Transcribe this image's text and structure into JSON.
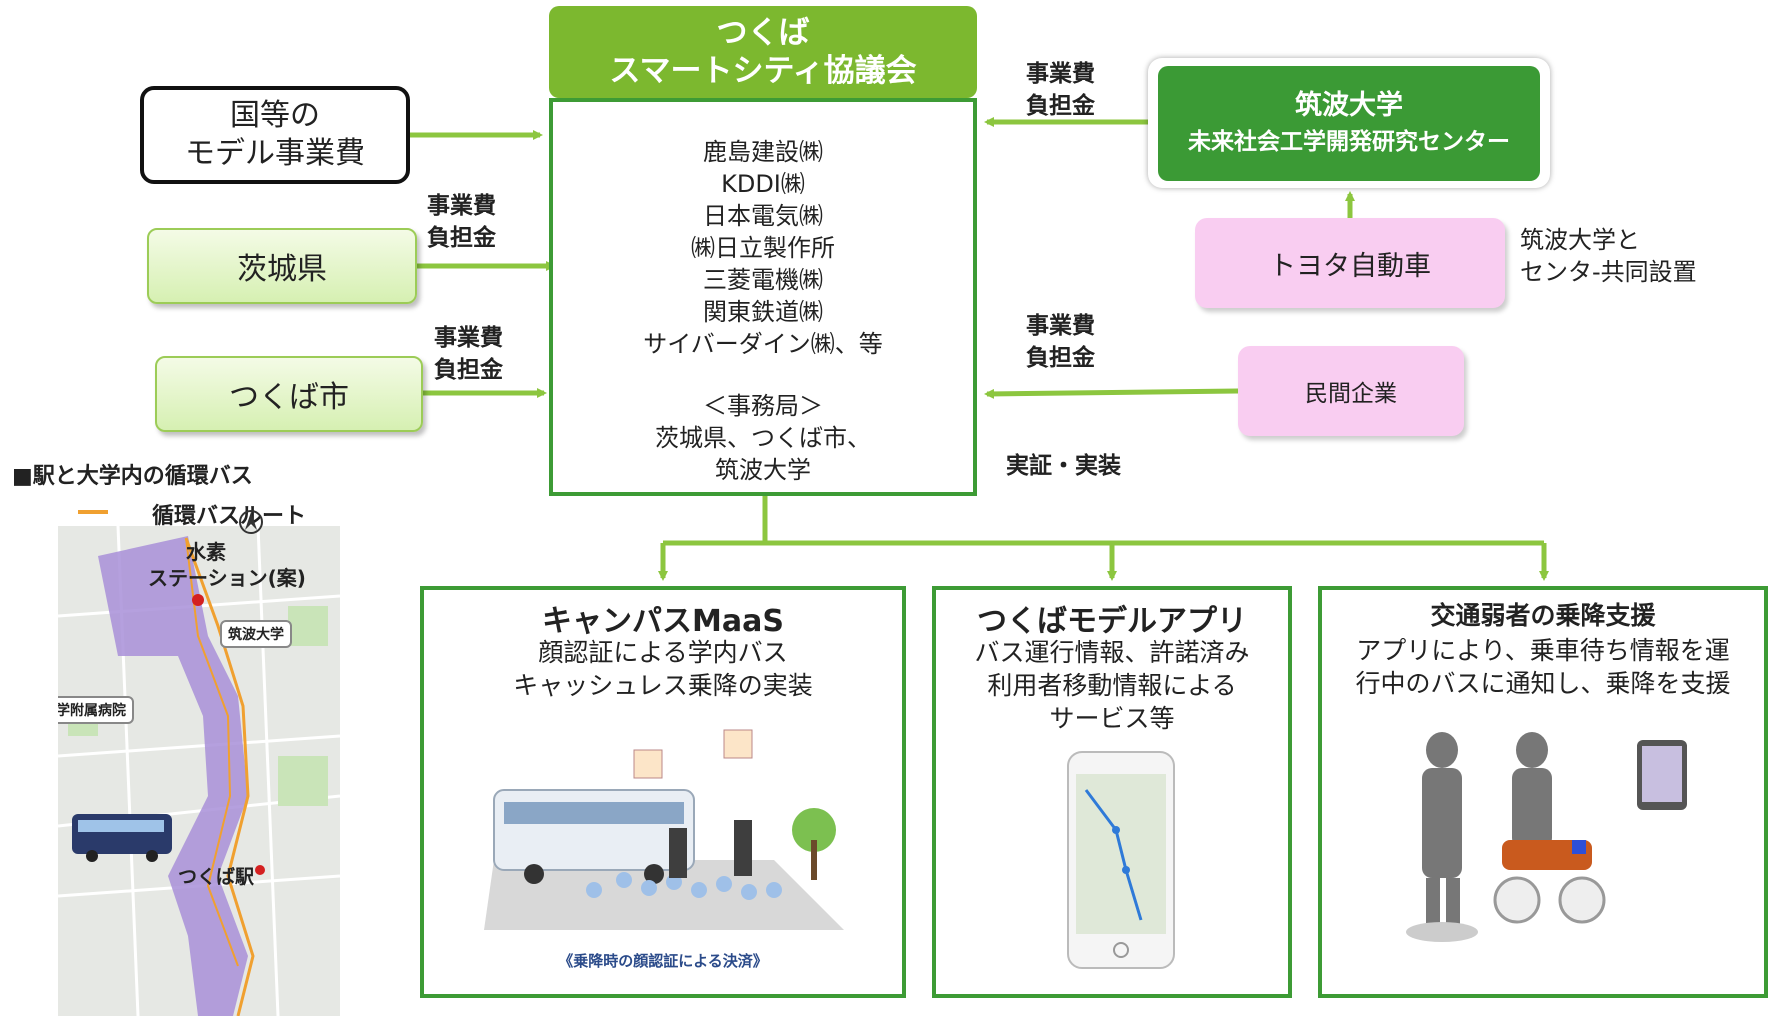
{
  "council": {
    "title_line1": "つくば",
    "title_line2": "スマートシティ協議会",
    "members": [
      "鹿島建設㈱",
      "KDDI㈱",
      "日本電気㈱",
      "㈱日立製作所",
      "三菱電機㈱",
      "関東鉄道㈱",
      "サイバーダイン㈱、等"
    ],
    "secretariat_label": "＜事務局＞",
    "secretariat_line1": "茨城県、つくば市、",
    "secretariat_line2": "筑波大学"
  },
  "funders_left": {
    "kuni_line1": "国等の",
    "kuni_line2": "モデル事業費",
    "ibaraki": "茨城県",
    "tsukuba": "つくば市"
  },
  "funding_labels": {
    "line1": "事業費",
    "line2": "負担金"
  },
  "university": {
    "line1": "筑波大学",
    "line2": "未来社会工学開発研究センター"
  },
  "toyota": "トヨタ自動車",
  "toyota_note_line1": "筑波大学と",
  "toyota_note_line2": "センタ-共同設置",
  "private": "民間企業",
  "demo_label": "実証・実装",
  "map": {
    "heading": "■駅と大学内の循環バス",
    "legend": "循環バスルート",
    "north": "N",
    "label_station": "水素",
    "label_station2": "ステーション(案)",
    "label_univ": "筑波大学",
    "label_hospital": "筑波大学附属病院",
    "label_tsukuba_station": "つくば駅"
  },
  "maas": {
    "title": "キャンパスMaaS",
    "line1": "顔認証による学内バス",
    "line2": "キャッシュレス乗降の実装",
    "caption": "《乗降時の顔認証による決済》"
  },
  "app": {
    "title": "つくばモデルアプリ",
    "line1": "バス運行情報、許諾済み",
    "line2": "利用者移動情報による",
    "line3": "サービス等"
  },
  "assist": {
    "title": "交通弱者の乗降支援",
    "line1": "アプリにより、乗車待ち情報を運",
    "line2": "行中のバスに通知し、乗降を支援"
  },
  "colors": {
    "dark_green": "#3d9b35",
    "light_green": "#7cb82f",
    "arrow_green": "#8cc63f",
    "pink": "#f9cdf1",
    "route_orange": "#f0a030",
    "area_purple": "#a88fd8"
  }
}
